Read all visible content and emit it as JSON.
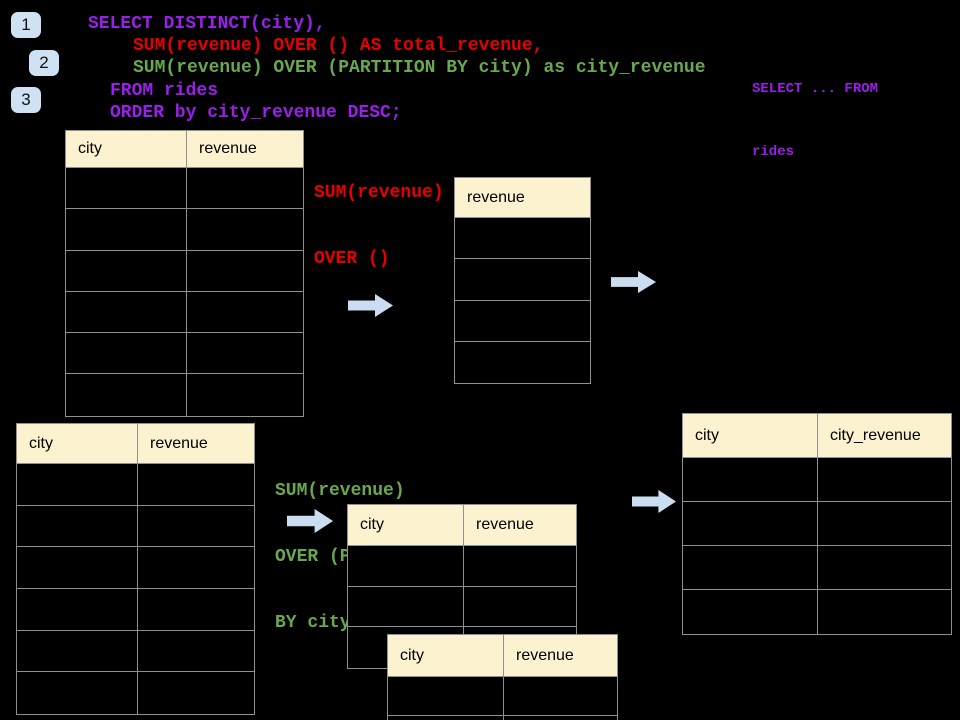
{
  "colors": {
    "purple": "#9A1FE8",
    "red": "#E80000",
    "green": "#6AA84F",
    "badge_bg": "#CFE2F3",
    "arrow": "#CBDEF1",
    "header_bg": "#FCF2CF",
    "border": "#909090"
  },
  "badges": [
    {
      "label": "1"
    },
    {
      "label": "2"
    },
    {
      "label": "3"
    }
  ],
  "code": {
    "lines": [
      {
        "text": "SELECT DISTINCT(city),",
        "color": "purple"
      },
      {
        "text": "SUM(revenue) OVER () AS total_revenue,",
        "color": "red"
      },
      {
        "text": "SUM(revenue) OVER (PARTITION BY city) as city_revenue",
        "color": "green"
      },
      {
        "text": "FROM rides",
        "color": "purple"
      },
      {
        "text": "ORDER by city_revenue DESC;",
        "color": "purple"
      }
    ]
  },
  "side_snippet": {
    "lines": [
      "SELECT ... FROM",
      "rides"
    ]
  },
  "annotations": {
    "total_revenue_label": {
      "lines": [
        "SUM(revenue)",
        "OVER ()"
      ]
    },
    "partition_label": {
      "lines": [
        "SUM(revenue)",
        "OVER (PARTITION",
        "BY city)"
      ]
    }
  },
  "tables": {
    "source_top": {
      "headers": [
        "city",
        "revenue"
      ],
      "rows": 6
    },
    "total_result": {
      "headers": [
        "revenue"
      ],
      "rows": 4
    },
    "source_bottom": {
      "headers": [
        "city",
        "revenue"
      ],
      "rows": 6
    },
    "partition_step": {
      "headers": [
        "city",
        "revenue"
      ],
      "rows": 3
    },
    "partition_overlay": {
      "headers": [
        "city",
        "revenue"
      ],
      "rows": 2
    },
    "final_result": {
      "headers": [
        "city",
        "city_revenue"
      ],
      "rows": 4
    }
  }
}
